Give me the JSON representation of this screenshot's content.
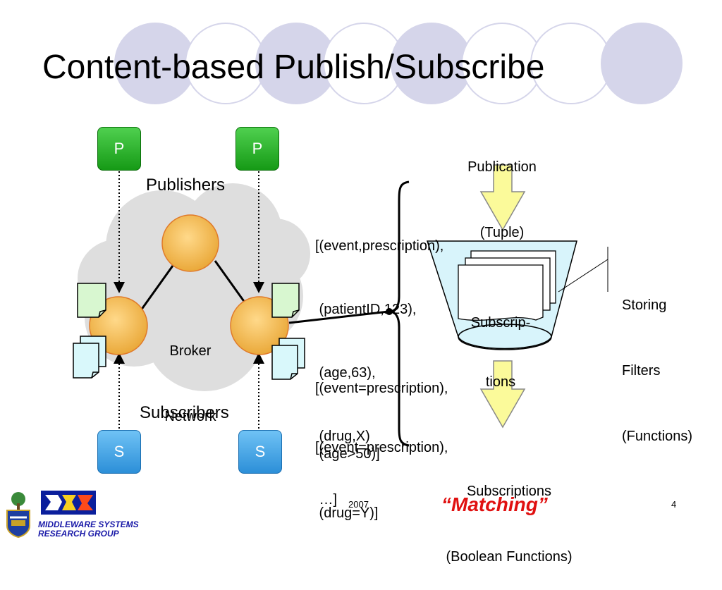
{
  "slide": {
    "title": "Content-based Publish/Subscribe",
    "footer_year": "2007",
    "page_number": "4",
    "matching_label": "“Matching”"
  },
  "network": {
    "publisher_label": "P",
    "subscriber_label": "S",
    "publishers_caption": "Publishers",
    "subscribers_caption": "Subscribers",
    "broker_line1": "Broker",
    "broker_line2": "Network"
  },
  "publication": {
    "header_line1": "Publication",
    "header_line2": "(Tuple)",
    "tuple_lines": [
      "[(event,prescription),",
      " (patientID,123),",
      " (age,63),",
      " (drug,X)",
      " …]"
    ]
  },
  "subscriptions": [
    {
      "line1": "[(event=prescription),",
      "line2": " (age>50)]"
    },
    {
      "line1": "[(event=prescription),",
      "line2": " (drug=Y)]"
    }
  ],
  "matcher": {
    "inner_line1": "Subscrip-",
    "inner_line2": "tions",
    "storing_lines": [
      "Storing",
      "Filters",
      "(Functions)"
    ],
    "footer_line1": "Subscriptions",
    "footer_line2": "(Boolean Functions)"
  },
  "logo": {
    "line1": "MIDDLEWARE SYSTEMS",
    "line2": "RESEARCH GROUP"
  },
  "colors": {
    "publisher": "#2db52d",
    "subscriber": "#3aa0e8",
    "broker": "#f5c060",
    "cloud": "#dedede",
    "decoration": "#d5d5ea",
    "matching": "#e01010",
    "filter_container": "#d8f4fb",
    "arrow_fill": "#fbfa9a"
  }
}
